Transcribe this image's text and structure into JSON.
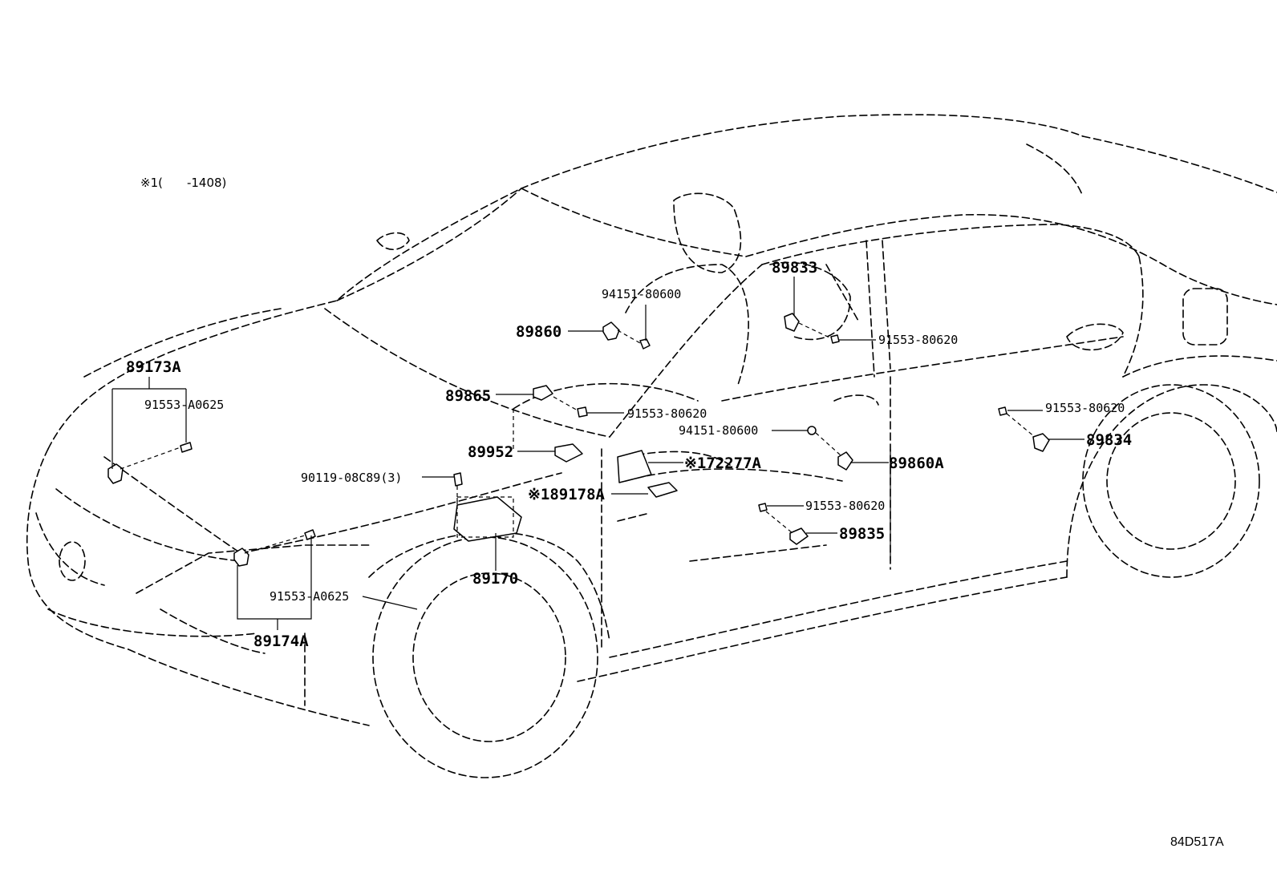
{
  "note": "※1(　　-1408)",
  "diagram_id": "84D517A",
  "labels": {
    "p89173A": "89173A",
    "p91553A0625_top": "91553-A0625",
    "p94151_80600_top": "94151-80600",
    "p89860": "89860",
    "p89833": "89833",
    "p91553_80620_a": "91553-80620",
    "p89865": "89865",
    "p91553_80620_b": "91553-80620",
    "p94151_80600_mid": "94151-80600",
    "p89952": "89952",
    "p90119": "90119-08C89(3)",
    "p72277A": "※172277A",
    "p89178A": "※189178A",
    "p89860A": "89860A",
    "p91553_80620_c": "91553-80620",
    "p89835": "89835",
    "p89170": "89170",
    "p91553A0625_bot": "91553-A0625",
    "p89174A": "89174A",
    "p91553_80620_d": "91553-80620",
    "p89834": "89834"
  }
}
